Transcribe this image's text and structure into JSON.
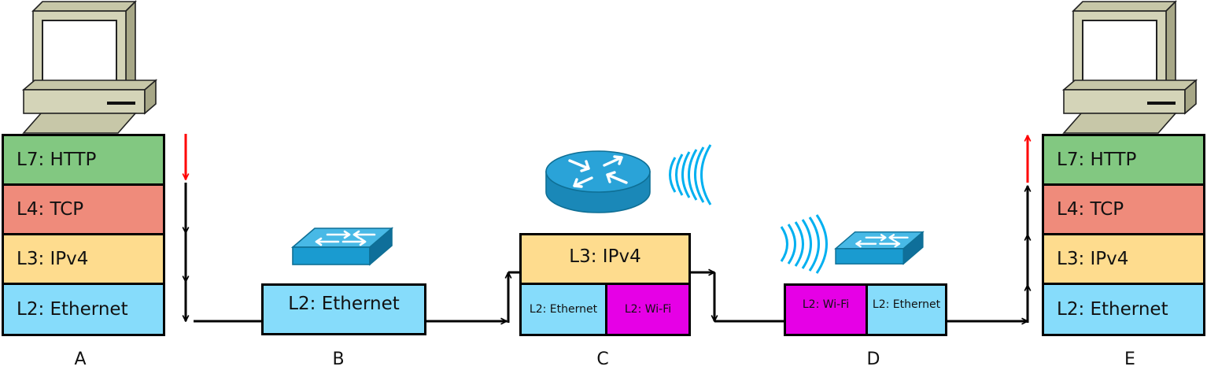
{
  "colors": {
    "http": "#82c881",
    "tcp": "#ef8b7b",
    "ipv4": "#fedc8e",
    "ethernet": "#86dcfb",
    "wifi": "#e600e6",
    "arrow": "#000000",
    "flow_marker": "#ff0000",
    "device_blue": "#1799c8"
  },
  "icons": {
    "host_a": "desktop-computer-icon",
    "host_e": "desktop-computer-icon",
    "switch_b": "network-switch-icon",
    "router_c": "router-icon",
    "wireless_c": "wireless-signal-icon",
    "wireless_d": "wireless-signal-icon",
    "switch_d": "network-switch-icon"
  },
  "nodes": {
    "a": {
      "label": "A",
      "layers": {
        "l7": "L7: HTTP",
        "l4": "L4: TCP",
        "l3": "L3: IPv4",
        "l2": "L2: Ethernet"
      }
    },
    "b": {
      "label": "B",
      "l2": "L2: Ethernet"
    },
    "c": {
      "label": "C",
      "l3": "L3: IPv4",
      "l2_left": "L2: Ethernet",
      "l2_right": "L2: Wi-Fi"
    },
    "d": {
      "label": "D",
      "l2_left": "L2: Wi-Fi",
      "l2_right": "L2: Ethernet"
    },
    "e": {
      "label": "E",
      "layers": {
        "l7": "L7: HTTP",
        "l4": "L4: TCP",
        "l3": "L3: IPv4",
        "l2": "L2: Ethernet"
      }
    }
  }
}
